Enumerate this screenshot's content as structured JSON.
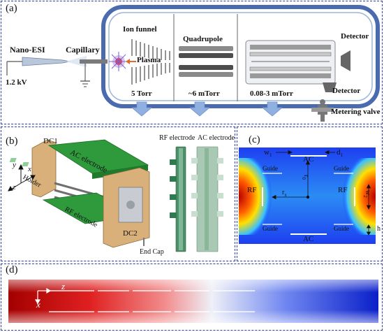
{
  "panels": {
    "a": {
      "label": "(a)",
      "source": "Nano-ESI",
      "voltage": "1.2 kV",
      "capillary": "Capillary",
      "ion_funnel": "Ion funnel",
      "plasma": "Plasma",
      "quadrupole": "Quadrupole",
      "detector_top": "Detector",
      "detector_bottom": "Detector",
      "metering_valve": "Metering valve",
      "pressures": [
        "5 Torr",
        "~6 mTorr",
        "0.08-3 mTorr"
      ]
    },
    "b": {
      "label": "(b)",
      "dc1": "DC1",
      "dc2": "DC2",
      "ac_electrode": "AC electrode",
      "rf_electrode": "RF electrode",
      "holder": "Holder",
      "end_cap": "End Cap",
      "axis_y": "y",
      "axis_x": "x",
      "axis_z": "z",
      "photo_rf": "RF electrode",
      "photo_ac": "AC electrode"
    },
    "c": {
      "label": "(c)",
      "w1": "w",
      "w1_sub": "1",
      "d1": "d",
      "d1_sub": "1",
      "ac_top": "AC",
      "ac_bottom": "AC",
      "guide": "Guide",
      "rf_left": "RF",
      "rf_right": "RF",
      "r0": "r",
      "r0_sub": "0",
      "rx": "r",
      "rx_sub": "x",
      "w2": "w",
      "w2_sub": "2",
      "h": "h"
    },
    "d": {
      "label": "(d)",
      "axis_z": "z",
      "axis_x": "x"
    }
  },
  "colors": {
    "frame": "#2b3fb8",
    "chamber": "#4a6bb0",
    "arrow": "#8fb0e0",
    "pcb_green": "#2e9a3c",
    "holder_tan": "#d9b07a"
  }
}
